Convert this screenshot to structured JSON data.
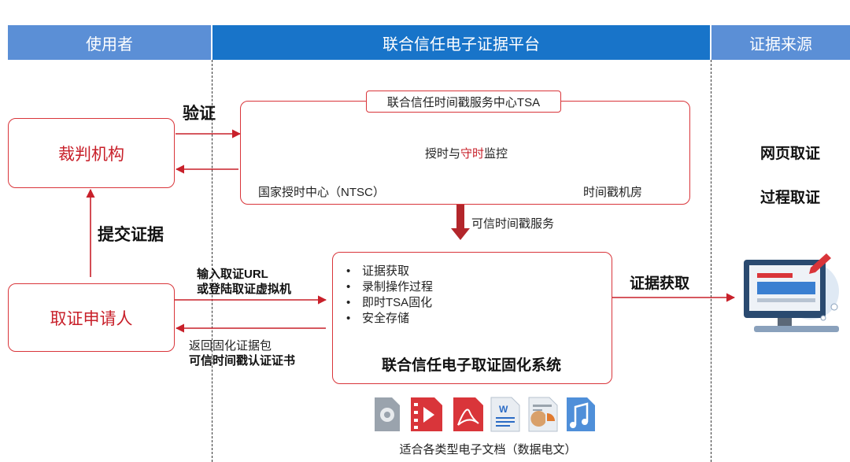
{
  "header": {
    "left": "使用者",
    "middle": "联合信任电子证据平台",
    "right": "证据来源"
  },
  "users": {
    "court": "裁判机构",
    "applicant": "取证申请人"
  },
  "edge_labels": {
    "verify": "验证",
    "submit_evidence": "提交证据",
    "input_url_1": "输入取证URL",
    "input_url_2": "或登陆取证虚拟机",
    "return_1": "返回固化证据包",
    "return_2": "可信时间戳认证证书",
    "evidence_fetch": "证据获取",
    "trusted_ts_service": "可信时间戳服务"
  },
  "tsa": {
    "title": "联合信任时间戳服务中心TSA",
    "ntsc_label": "国家授时中心（NTSC）",
    "monitor_prefix": "授时与",
    "monitor_highlight": "守时",
    "monitor_suffix": "监控",
    "room_label": "时间戳机房"
  },
  "system": {
    "features": [
      "证据获取",
      "录制操作过程",
      "即时TSA固化",
      "安全存储"
    ],
    "name": "联合信任电子取证固化系统"
  },
  "sources": {
    "web": "网页取证",
    "process": "过程取证"
  },
  "doc_types": {
    "caption": "适合各类型电子文档（数据电文）",
    "icons": [
      "settings-file-icon",
      "video-file-icon",
      "pdf-file-icon",
      "word-file-icon",
      "slides-file-icon",
      "audio-file-icon"
    ]
  },
  "colors": {
    "accent_red": "#d9353a",
    "header_blue": "#1874c9",
    "header_light_blue": "#5b8fd6",
    "arrow_dark_red": "#b3262b"
  }
}
